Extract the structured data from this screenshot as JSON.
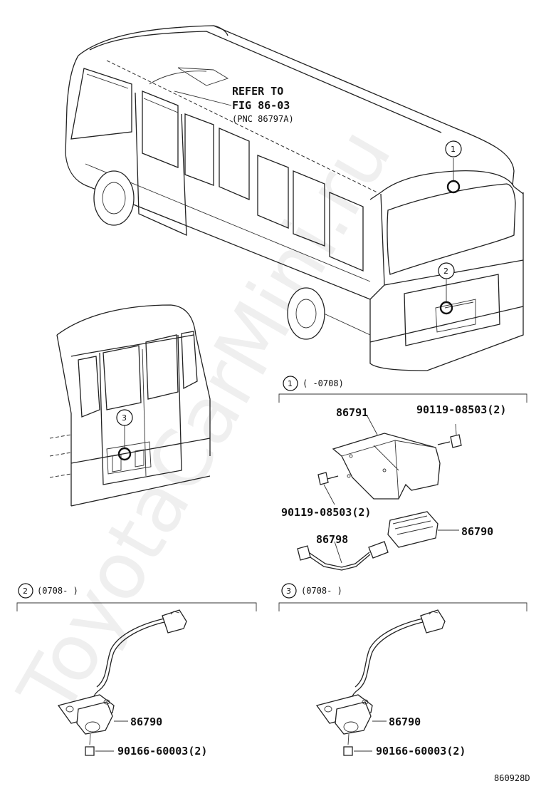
{
  "refer_note": {
    "line1": "REFER TO",
    "line2": "FIG 86-03",
    "line3": "(PNC 86797A)"
  },
  "callouts": {
    "c1": "1",
    "c2": "2",
    "c3": "3"
  },
  "groups": {
    "g1": {
      "num": "1",
      "range": "(     -0708)"
    },
    "g2": {
      "num": "2",
      "range": "(0708-     )"
    },
    "g3": {
      "num": "3",
      "range": "(0708-     )"
    }
  },
  "parts": {
    "bracket": "86791",
    "bolt_top": "90119-08503(2)",
    "bolt_left": "90119-08503(2)",
    "camera_g1": "86790",
    "harness": "86798",
    "camera_g2": "86790",
    "screw_g2": "90166-60003(2)",
    "camera_g3": "86790",
    "screw_g3": "90166-60003(2)"
  },
  "figure_code": "860928D",
  "watermark": "ToyotaCarMini.ru"
}
